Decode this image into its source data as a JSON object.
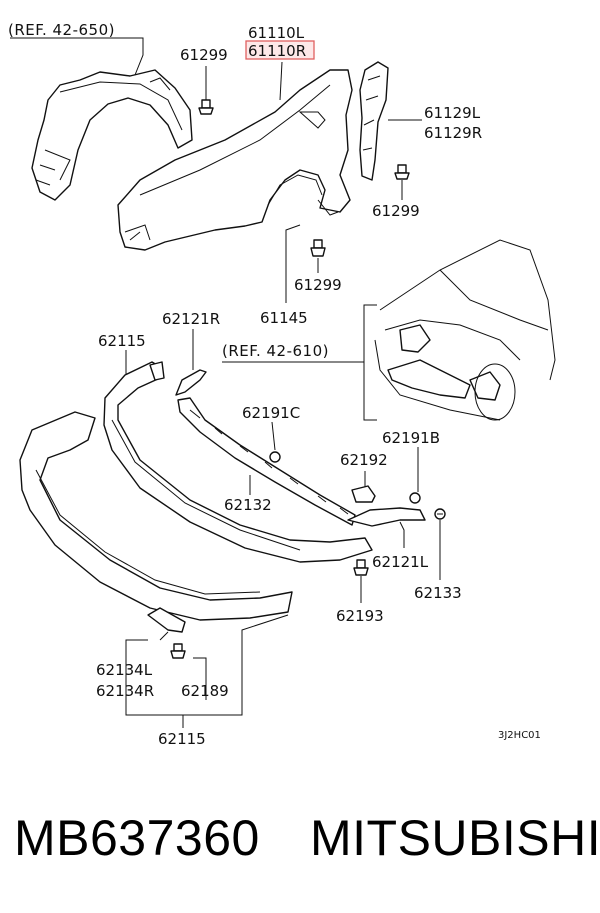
{
  "labels": {
    "ref_650": "(REF. 42-650)",
    "ref_610": "(REF. 42-610)",
    "p61110L": "61110L",
    "p61110R": "61110R",
    "p61299_a": "61299",
    "p61299_b": "61299",
    "p61299_c": "61299",
    "p61129L": "61129L",
    "p61129R": "61129R",
    "p61145": "61145",
    "p62115_a": "62115",
    "p62121R": "62121R",
    "p62191C": "62191C",
    "p62191B": "62191B",
    "p62192": "62192",
    "p62132": "62132",
    "p62121L": "62121L",
    "p62193": "62193",
    "p62133": "62133",
    "p62134L": "62134L",
    "p62134R": "62134R",
    "p62189": "62189",
    "p62115_b": "62115",
    "diagram_code": "3J2HC01"
  },
  "footer": {
    "part_number": "MB637360",
    "brand": "MITSUBISHI"
  },
  "colors": {
    "highlight_fill": "#fde8e8",
    "highlight_stroke": "#e06060",
    "line": "#111111"
  }
}
